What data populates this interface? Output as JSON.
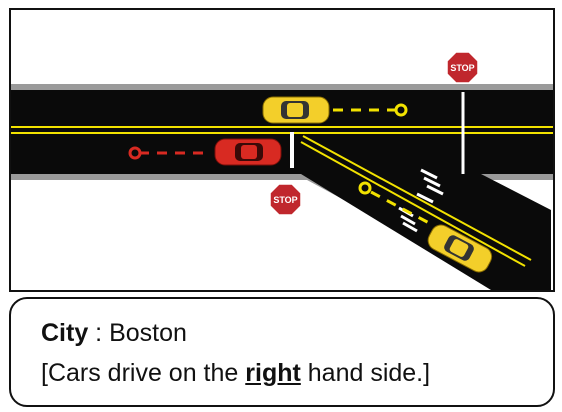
{
  "scene": {
    "stop_sign_top": {
      "label": "STOP",
      "color": "#c0272d"
    },
    "stop_sign_bottom": {
      "label": "STOP",
      "color": "#c0272d"
    },
    "colors": {
      "road": "#0a0a0a",
      "road_edge": "#9a9a9a",
      "lane_line": "#f2e200",
      "stop_line": "#ffffff",
      "yellow_car": "#f3cf2a",
      "red_car": "#d82a22"
    }
  },
  "caption": {
    "city_label": "City",
    "city_separator": " : ",
    "city_value": "Boston",
    "rule_prefix": "[Cars drive on the ",
    "rule_emphasis": "right",
    "rule_suffix": " hand side.]"
  }
}
